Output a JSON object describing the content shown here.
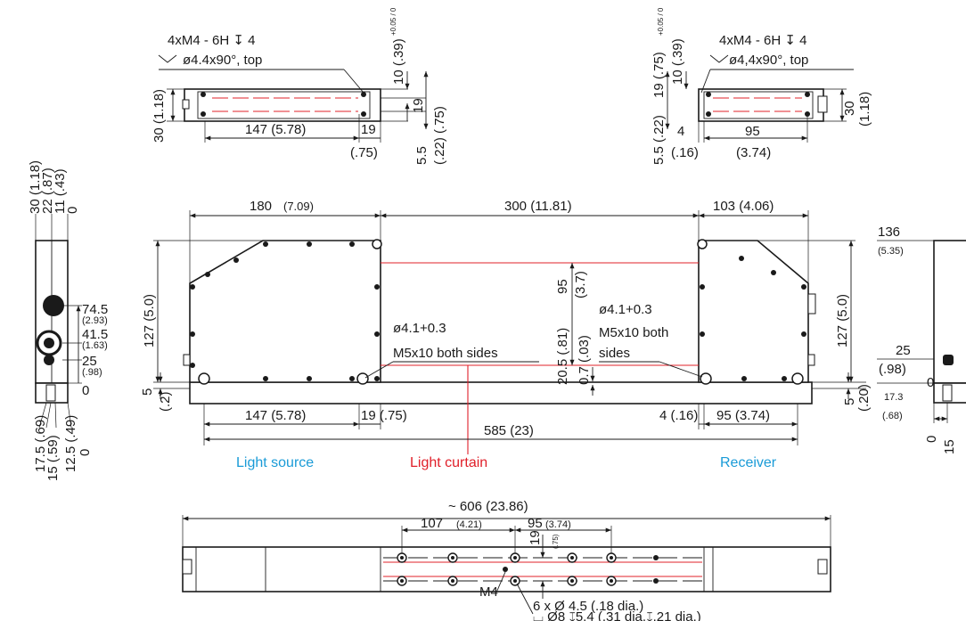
{
  "top_left_view": {
    "thread_note": "4xM4 - 6H ↧ 4",
    "countersink_note": "ø4.4x90°, top",
    "dim_height": "30 (1.18)",
    "dim_length": "147 (5.78)",
    "dim_19": "19",
    "dim_19_in": "(.75)",
    "dim_10": "10 (.39)",
    "tol": "+0.05 / 0",
    "dim_55": "5.5",
    "dim_55_in": "(.22) (.75)"
  },
  "top_right_view": {
    "thread_note": "4xM4 - 6H ↧ 4",
    "countersink_note": "ø4,4x90°, top",
    "dim_19": "19 (.75)",
    "dim_10": "10 (.39)",
    "tol": "+0.05 / 0",
    "dim_55": "5.5 (.22)",
    "dim_4": "4",
    "dim_4_in": "(.16)",
    "dim_95": "95",
    "dim_95_in": "(3.74)",
    "dim_30": "30",
    "dim_30_in": "(1.18)"
  },
  "left_side_view": {
    "top_dims": [
      "30 (1.18)",
      "22 (.87)",
      "11 (.43)",
      "0"
    ],
    "levels": [
      {
        "value": "74.5",
        "inch": "(2.93)"
      },
      {
        "value": "41.5",
        "inch": "(1.63)"
      },
      {
        "value": "25",
        "inch": "(.98)"
      },
      {
        "value": "0",
        "inch": ""
      }
    ],
    "bottom_dims": [
      "17.5 (.69)",
      "15 (.59)",
      "12.5 (.49)",
      "0"
    ]
  },
  "front_view": {
    "dim_180": "180",
    "dim_180_in": "(7.09)",
    "dim_300": "300 (11.81)",
    "dim_103": "103 (4.06)",
    "dim_127_left": "127 (5.0)",
    "dim_127_right": "127 (5.0)",
    "dim_5_left": "5",
    "dim_5_left_in": "(.2)",
    "dim_5_right": "5",
    "dim_5_right_in": "(.20)",
    "dim_95": "95",
    "dim_95_in": "(3.7)",
    "dim_205": "20.5 (.81)",
    "dim_07": "0.7 (.03)",
    "hole_note_left_1": "ø4.1+0.3",
    "hole_note_left_2": "M5x10 both sides",
    "hole_note_right_1": "ø4.1+0.3",
    "hole_note_right_2": "M5x10 both",
    "hole_note_right_3": "sides",
    "dim_147": "147 (5.78)",
    "dim_19": "19 (.75)",
    "dim_585": "585 (23)",
    "dim_4": "4 (.16)",
    "dim_95_bottom": "95 (3.74)",
    "label_source": "Light source",
    "label_curtain": "Light curtain",
    "label_receiver": "Receiver"
  },
  "right_side_view": {
    "dim_136": "136",
    "dim_136_in": "(5.35)",
    "dim_25": "25",
    "dim_25_in": "(.98)",
    "dim_173": "17.3",
    "dim_173_in": "(.68)",
    "dim_0": "0",
    "bottom_dims": [
      "0",
      "15"
    ]
  },
  "bottom_view": {
    "dim_606": "~ 606 (23.86)",
    "dim_107": "107",
    "dim_107_in": "(4.21)",
    "dim_95": "95",
    "dim_95_in": "(3.74)",
    "dim_19": "19",
    "dim_19_in": "(.75)",
    "label_m4": "M4",
    "hole_note_1": "6 x Ø 4.5 (.18 dia.)",
    "hole_note_2": "⌴ Ø8 ↧5.4 (.31 dia.↧.21 dia.)"
  },
  "colors": {
    "line": "#1a1a1a",
    "curtain": "#e0202a",
    "label_blue": "#1a9bd7"
  }
}
